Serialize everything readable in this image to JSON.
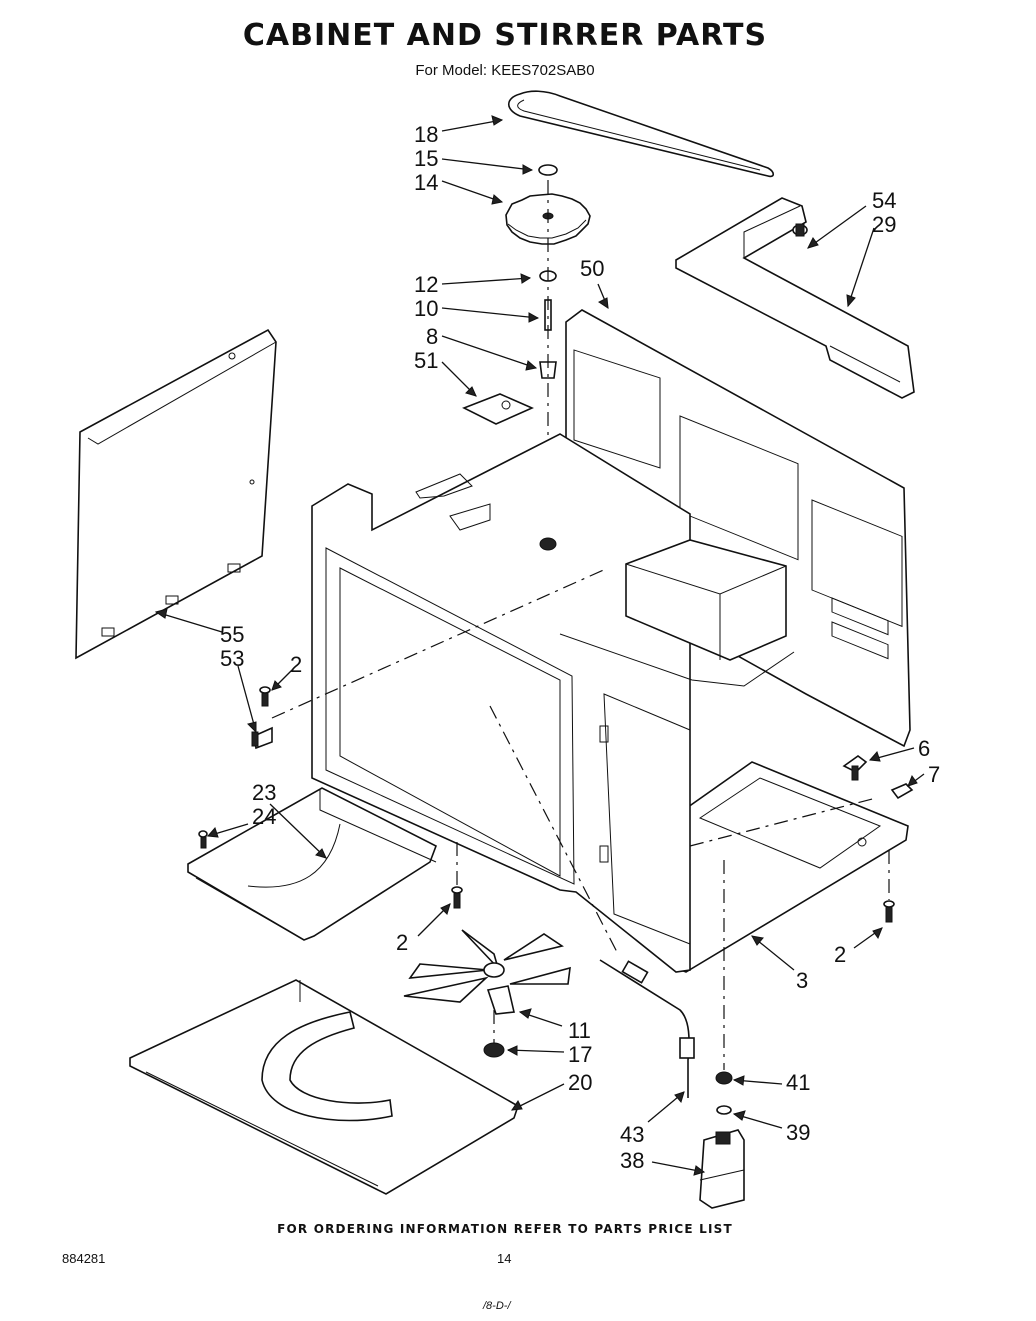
{
  "header": {
    "title": "CABINET AND STIRRER PARTS",
    "model": "For Model: KEES702SAB0"
  },
  "callouts": {
    "c18": "18",
    "c15": "15",
    "c14": "14",
    "c12": "12",
    "c10": "10",
    "c8": "8",
    "c51": "51",
    "c50": "50",
    "c54": "54",
    "c29": "29",
    "c55": "55",
    "c53": "53",
    "c2a": "2",
    "c6": "6",
    "c7": "7",
    "c23": "23",
    "c24": "24",
    "c2b": "2",
    "c2c": "2",
    "c3": "3",
    "c11": "11",
    "c17": "17",
    "c20": "20",
    "c41": "41",
    "c43": "43",
    "c39": "39",
    "c38": "38"
  },
  "footer": {
    "ordering_note": "FOR ORDERING INFORMATION REFER TO PARTS PRICE LIST",
    "document_number": "884281",
    "page_number": "14",
    "handwritten_mark": "/8-D-/"
  }
}
